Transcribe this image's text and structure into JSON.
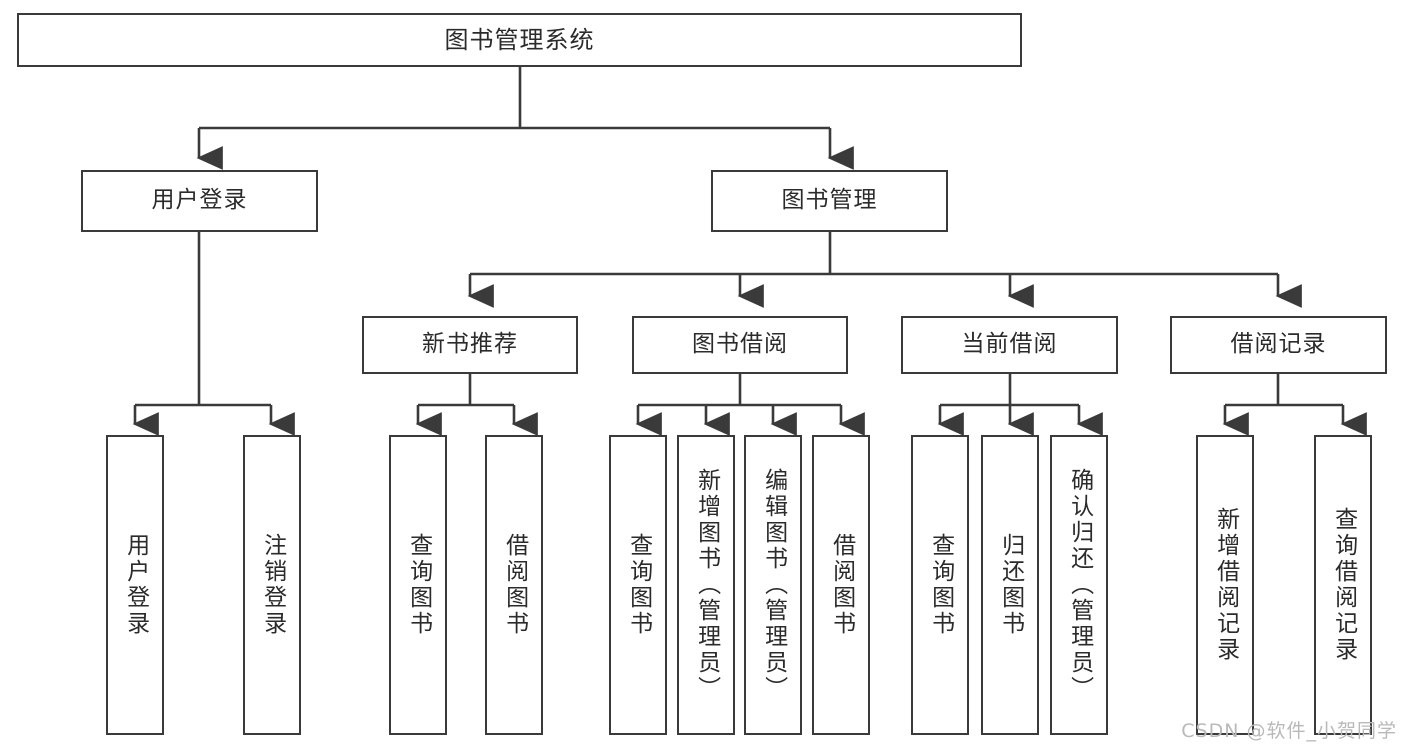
{
  "diagram": {
    "title": "图书管理系统",
    "type": "hierarchy-tree",
    "colors": {
      "box_border": "#3a3a3a",
      "box_fill": "#ffffff",
      "edge": "#3a3a3a",
      "text": "#2b2b2b",
      "watermark": "#b9b9b9"
    },
    "root": {
      "label": "图书管理系统"
    },
    "level2": [
      {
        "label": "用户登录"
      },
      {
        "label": "图书管理"
      }
    ],
    "level3": [
      {
        "label": "新书推荐"
      },
      {
        "label": "图书借阅"
      },
      {
        "label": "当前借阅"
      },
      {
        "label": "借阅记录"
      }
    ],
    "leaves": {
      "user_login": [
        {
          "label": "用户登录"
        },
        {
          "label": "注销登录"
        }
      ],
      "new_book_recommend": [
        {
          "label": "查询图书"
        },
        {
          "label": "借阅图书"
        }
      ],
      "book_borrow": [
        {
          "label": "查询图书"
        },
        {
          "label": "新增图书（管理员）"
        },
        {
          "label": "编辑图书（管理员）"
        },
        {
          "label": "借阅图书"
        }
      ],
      "current_borrow": [
        {
          "label": "查询图书"
        },
        {
          "label": "归还图书"
        },
        {
          "label": "确认归还（管理员）"
        }
      ],
      "borrow_record": [
        {
          "label": "新增借阅记录"
        },
        {
          "label": "查询借阅记录"
        }
      ]
    }
  },
  "watermark": {
    "text": "CSDN @软件_小贺同学"
  }
}
